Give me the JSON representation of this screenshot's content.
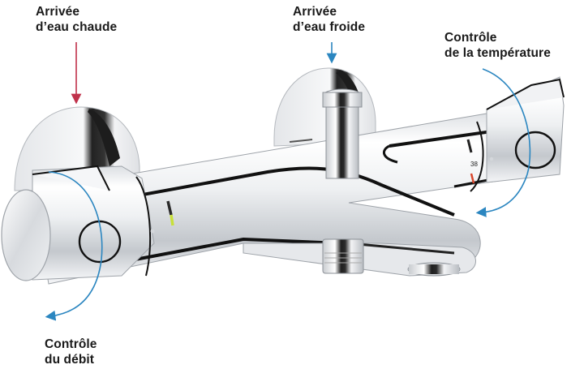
{
  "diagram": {
    "subject": "thermostatic bath mixer tap",
    "labels": {
      "hot_inlet": {
        "line1": "Arrivée",
        "line2": "d’eau chaude",
        "arrow_color": "#c0314a",
        "arrow_direction": "down"
      },
      "cold_inlet": {
        "line1": "Arrivée",
        "line2": "d’eau froide",
        "arrow_color": "#2b86c0",
        "arrow_direction": "down"
      },
      "temperature_control": {
        "line1": "Contrôle",
        "line2": "de la température",
        "arrow_color": "#2b86c0",
        "arrow_type": "rotation"
      },
      "flow_control": {
        "line1": "Contrôle",
        "line2": "du débit",
        "arrow_color": "#2b86c0",
        "arrow_type": "rotation"
      }
    },
    "dial_marks": {
      "temperature_scale_value": "38",
      "flow_indicator_color": "#c8e03a",
      "temperature_safety_color": "#d8452a"
    },
    "colors": {
      "chrome_light": "#f2f3f5",
      "chrome_mid": "#c9ccd1",
      "chrome_dark": "#1b1b1b",
      "background": "#ffffff",
      "text": "#1a1a1a"
    }
  }
}
